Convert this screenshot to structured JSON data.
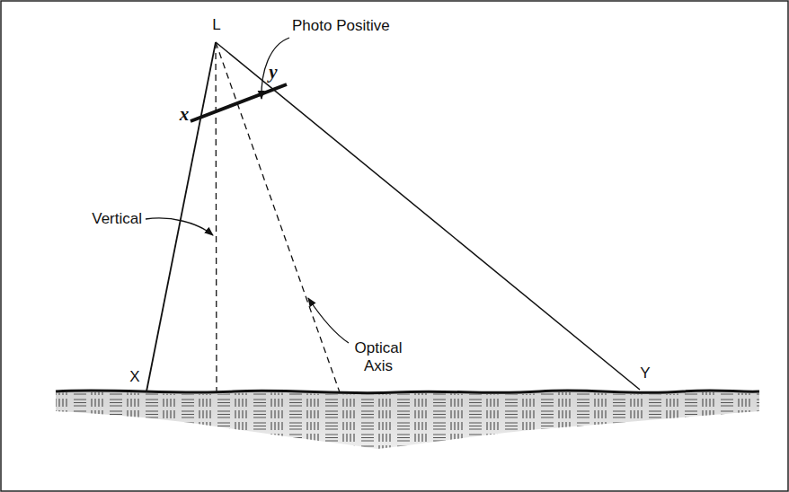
{
  "diagram": {
    "labels": [
      "L",
      "Photo Positive",
      "x",
      "y",
      "Vertical",
      "Optical Axis",
      "X",
      "Y"
    ]
  }
}
